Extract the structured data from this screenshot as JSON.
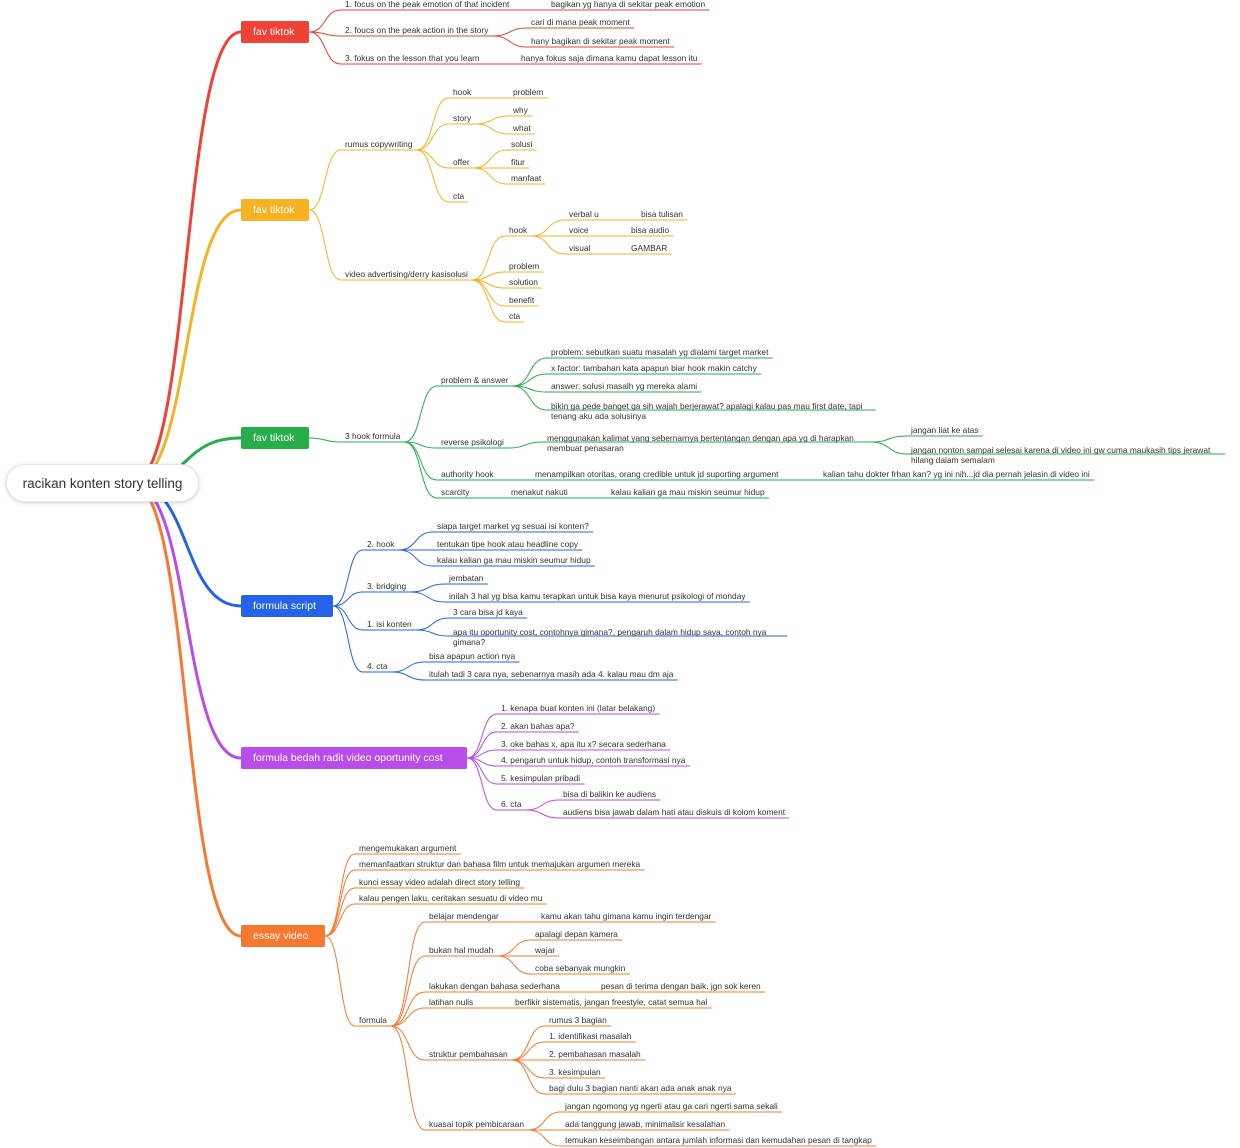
{
  "root": "racikan konten story telling",
  "colors": {
    "red": "#ef4136",
    "yellow": "#f5b324",
    "green": "#27ae4b",
    "blue": "#2563eb",
    "purple": "#b84dea",
    "orange": "#f97830"
  },
  "branches": [
    {
      "label": "fav tiktok",
      "children": [
        {
          "label": "1. focus on the peak emotion of that incident",
          "children": [
            {
              "label": "bagikan yg hanya di sekitar peak emotion"
            }
          ]
        },
        {
          "label": "2. foucs on the peak action in the story",
          "children": [
            {
              "label": "cari di mana peak moment"
            },
            {
              "label": "hany bagikan di sekitar peak moment"
            }
          ]
        },
        {
          "label": "3. fokus on the lesson that you learn",
          "children": [
            {
              "label": "hanya fokus saja dimana kamu dapat lesson itu"
            }
          ]
        }
      ]
    },
    {
      "label": "fav tiktok",
      "children": [
        {
          "label": "rumus copywriting",
          "children": [
            {
              "label": "hook",
              "children": [
                {
                  "label": "problem"
                }
              ]
            },
            {
              "label": "story",
              "children": [
                {
                  "label": "why"
                },
                {
                  "label": "what"
                }
              ]
            },
            {
              "label": "offer",
              "children": [
                {
                  "label": "solusi"
                },
                {
                  "label": "fitur"
                },
                {
                  "label": "manfaat"
                }
              ]
            },
            {
              "label": "cta"
            }
          ]
        },
        {
          "label": "video advertising/derry kasisolusi",
          "children": [
            {
              "label": "hook",
              "children": [
                {
                  "label": "verbal u",
                  "children": [
                    {
                      "label": "bisa tulisan"
                    }
                  ]
                },
                {
                  "label": "voice",
                  "children": [
                    {
                      "label": "bisa audio"
                    }
                  ]
                },
                {
                  "label": "visual",
                  "children": [
                    {
                      "label": "GAMBAR"
                    }
                  ]
                }
              ]
            },
            {
              "label": "problem"
            },
            {
              "label": "solution"
            },
            {
              "label": "benefit"
            },
            {
              "label": "cta"
            }
          ]
        }
      ]
    },
    {
      "label": "fav tiktok",
      "children": [
        {
          "label": "3 hook formula",
          "children": [
            {
              "label": "problem & answer",
              "children": [
                {
                  "label": "problem: sebutkan suatu masalah yg dialami target market"
                },
                {
                  "label": "x factor: tambahan kata apapun biar hook makin catchy"
                },
                {
                  "label": "answer: solusi masalh yg mereka alami"
                },
                {
                  "label": "bikin ga pede banget ga sih wajah berjerawat? apalagi kalau pas mau first date, tapi tenang aku ada solusinya"
                }
              ]
            },
            {
              "label": "reverse psikologi",
              "children": [
                {
                  "label": "menggunakan kalimat yang sebernarnya bertentangan dengan apa yg di harapkan membuat penasaran",
                  "children": [
                    {
                      "label": "jangan liat ke atas"
                    },
                    {
                      "label": "jangan nonton sampai selesai karena di video ini gw cuma maukasih tips jerawat hilang dalam semalam"
                    }
                  ]
                }
              ]
            },
            {
              "label": "authority hook",
              "children": [
                {
                  "label": "menampilkan otoritas, orang credible untuk jd suporting argument",
                  "children": [
                    {
                      "label": "kalian tahu dokter frhan kan? yg ini nih...jd dia pernah jelasin di video ini"
                    }
                  ]
                }
              ]
            },
            {
              "label": "scarcity",
              "children": [
                {
                  "label": "menakut nakuti",
                  "children": [
                    {
                      "label": "kalau kalian ga mau miskin seumur hidup"
                    }
                  ]
                }
              ]
            }
          ]
        }
      ]
    },
    {
      "label": "formula script",
      "children": [
        {
          "label": "2. hook",
          "children": [
            {
              "label": "siapa target market yg sesuai isi konten?"
            },
            {
              "label": "tentukan tipe hook atau headline copy"
            },
            {
              "label": "kalau kalian ga mau miskin seumur hidup"
            }
          ]
        },
        {
          "label": "3. bridging",
          "children": [
            {
              "label": "jembatan"
            },
            {
              "label": "inilah 3 hal yg bisa kamu terapkan untuk bisa kaya menurut psikologi of monday"
            }
          ]
        },
        {
          "label": "1. isi konten",
          "children": [
            {
              "label": "3 cara bisa jd kaya"
            },
            {
              "label": "apa itu oportunity cost, contohnya gimana?, pengaruh dalam hidup saya, contoh nya gimana?"
            }
          ]
        },
        {
          "label": "4. cta",
          "children": [
            {
              "label": "bisa apapun action nya"
            },
            {
              "label": "itulah tadi 3 cara nya, sebenarnya masih ada 4. kalau mau dm aja"
            }
          ]
        }
      ]
    },
    {
      "label": "formula bedah radit video oportunity cost",
      "children": [
        {
          "label": "1. kenapa buat konten ini (latar belakang)"
        },
        {
          "label": "2. akan bahas apa?"
        },
        {
          "label": "3. oke bahas x, apa itu x? secara sederhana"
        },
        {
          "label": "4. pengaruh untuk hidup, contoh transformasi nya"
        },
        {
          "label": "5. kesimpulan pribadi"
        },
        {
          "label": "6. cta",
          "children": [
            {
              "label": "bisa di balikin ke audiens"
            },
            {
              "label": "audiens bisa jawab dalam hati atau diskuis di kolom koment"
            }
          ]
        }
      ]
    },
    {
      "label": "essay video",
      "children": [
        {
          "label": "mengemukakan argument"
        },
        {
          "label": "memanfaatkan struktur dan bahasa film untuk memajukan argumen mereka"
        },
        {
          "label": "kunci essay video adalah direct story telling"
        },
        {
          "label": "kalau pengen laku, ceritakan sesuatu di video mu"
        },
        {
          "label": "formula",
          "children": [
            {
              "label": "belajar mendengar",
              "children": [
                {
                  "label": "kamu akan tahu gimana kamu ingin terdengar"
                }
              ]
            },
            {
              "label": "bukan hal mudah",
              "children": [
                {
                  "label": "apalagi depan kamera"
                },
                {
                  "label": "wajar"
                },
                {
                  "label": "coba sebanyak mungkin"
                }
              ]
            },
            {
              "label": "lakukan dengan bahasa sederhana",
              "children": [
                {
                  "label": "pesan di terima dengan baik, jgn sok keren"
                }
              ]
            },
            {
              "label": "latihan nulis",
              "children": [
                {
                  "label": "berfikir sistematis, jangan freestyle, catat semua hal"
                }
              ]
            },
            {
              "label": "struktur pembahasan",
              "children": [
                {
                  "label": "rumus 3 bagian"
                },
                {
                  "label": "1. identifikasi masalah"
                },
                {
                  "label": "2. pembahasan masalah"
                },
                {
                  "label": "3. kesimpulan"
                },
                {
                  "label": "bagi dulu 3 bagian nanti akan ada anak anak nya"
                }
              ]
            },
            {
              "label": "kuasai topik pembicaraan",
              "children": [
                {
                  "label": "jangan ngomong yg ngerti atau ga cari ngerti sama sekali"
                },
                {
                  "label": "ada tanggung jawab, minimalisir kesalahan"
                },
                {
                  "label": "temukan keseimbangan antara jumlah informasi dan kemudahan pesan di tangkap"
                }
              ]
            }
          ]
        }
      ]
    }
  ]
}
